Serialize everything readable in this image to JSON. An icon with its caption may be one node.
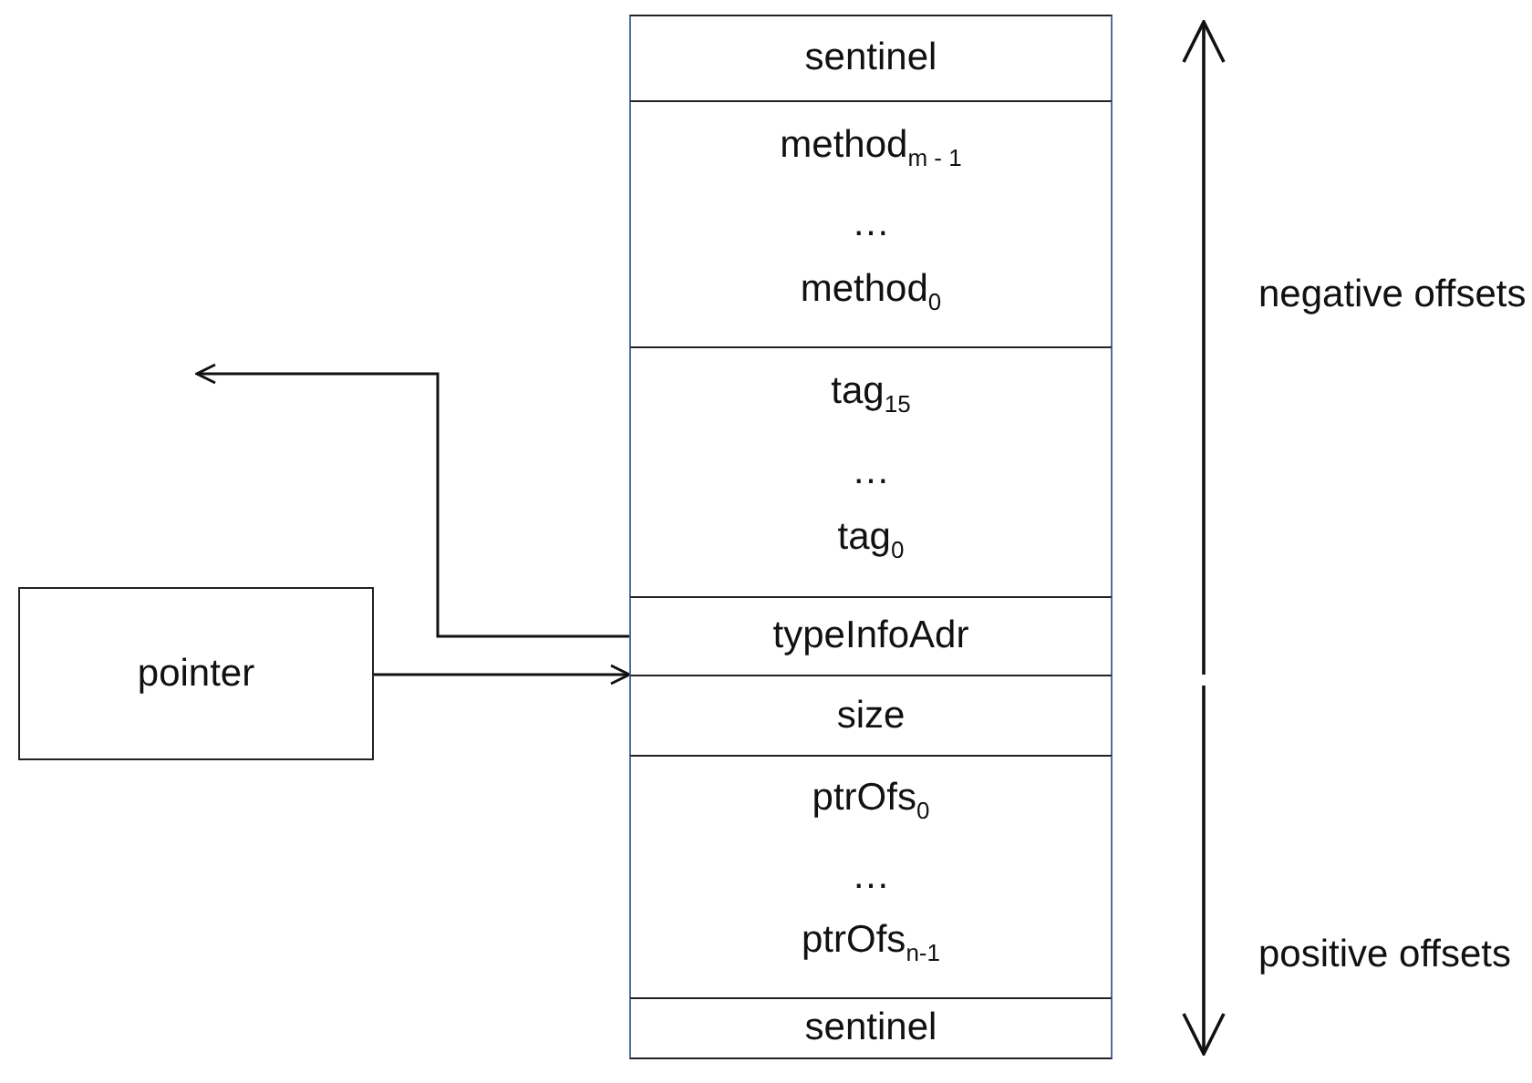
{
  "diagram": {
    "nodes": [
      {
        "text": [
          "pointer"
        ]
      },
      {
        "text": [
          "sentinel"
        ]
      },
      {
        "text": [
          "method$_{m - 1}$",
          "…",
          "method$_{0}$"
        ]
      },
      {
        "text": [
          "tag$_{15}$",
          "…",
          "tag$_{0}$"
        ]
      },
      {
        "text": [
          "typeInfoAdr"
        ]
      },
      {
        "text": [
          "size"
        ]
      },
      {
        "text": [
          "ptrOfs$_{0}$",
          "…",
          "ptrOfs$_{n-1}$"
        ]
      },
      {
        "text": [
          "sentinel"
        ]
      }
    ],
    "edges": [
      {
        "from": 0,
        "to": 5,
        "arrow": "to"
      },
      {
        "from": 4,
        "to": null,
        "arrow": "to"
      }
    ],
    "labels": [
      "negative offsets",
      "positive offsets"
    ]
  }
}
